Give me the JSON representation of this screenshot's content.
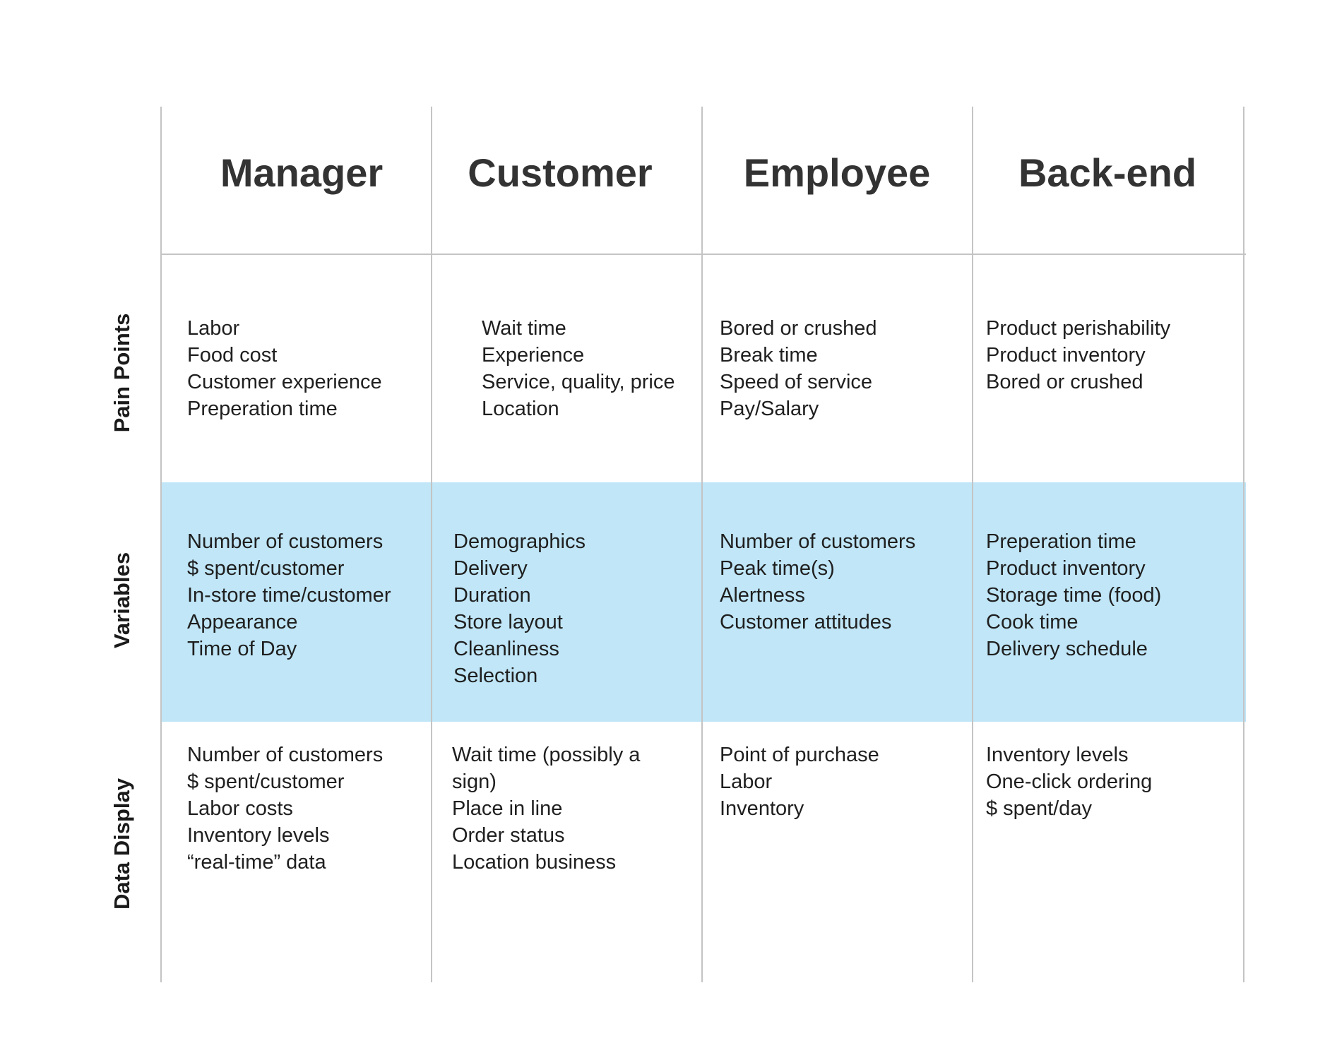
{
  "columns": [
    {
      "label": "Manager"
    },
    {
      "label": "Customer"
    },
    {
      "label": "Employee"
    },
    {
      "label": "Back-end"
    }
  ],
  "rows": [
    {
      "label": "Pain Points"
    },
    {
      "label": "Variables"
    },
    {
      "label": "Data Display"
    }
  ],
  "cells": {
    "pain_points": {
      "manager": [
        "Labor",
        "Food cost",
        "Customer experience",
        "Preperation time"
      ],
      "customer": [
        "Wait time",
        "Experience",
        "Service, quality, price",
        "Location"
      ],
      "employee": [
        "Bored or crushed",
        "Break time",
        "Speed of service",
        "Pay/Salary"
      ],
      "backend": [
        "Product perishability",
        "Product inventory",
        "Bored or crushed"
      ]
    },
    "variables": {
      "manager": [
        "Number of customers",
        "$ spent/customer",
        "In-store time/customer",
        "Appearance",
        "Time of Day"
      ],
      "customer": [
        "Demographics",
        "Delivery",
        "Duration",
        "Store layout",
        "Cleanliness",
        "Selection"
      ],
      "employee": [
        "Number of customers",
        "Peak time(s)",
        "Alertness",
        "Customer attitudes"
      ],
      "backend": [
        "Preperation time",
        "Product inventory",
        "Storage time (food)",
        "Cook time",
        "Delivery schedule"
      ]
    },
    "data_display": {
      "manager": [
        "Number of customers",
        "$ spent/customer",
        "Labor costs",
        "Inventory levels",
        "“real-time” data"
      ],
      "customer": [
        "Wait time (possibly a",
        "sign)",
        "Place in line",
        "Order status",
        "Location business"
      ],
      "employee": [
        "Point of purchase",
        "Labor",
        "Inventory"
      ],
      "backend": [
        "Inventory levels",
        "One-click ordering",
        "$ spent/day"
      ]
    }
  },
  "colors": {
    "variables_band": "#c0e6f7",
    "grid_line": "#c4c4c4",
    "header_text": "#333333"
  }
}
